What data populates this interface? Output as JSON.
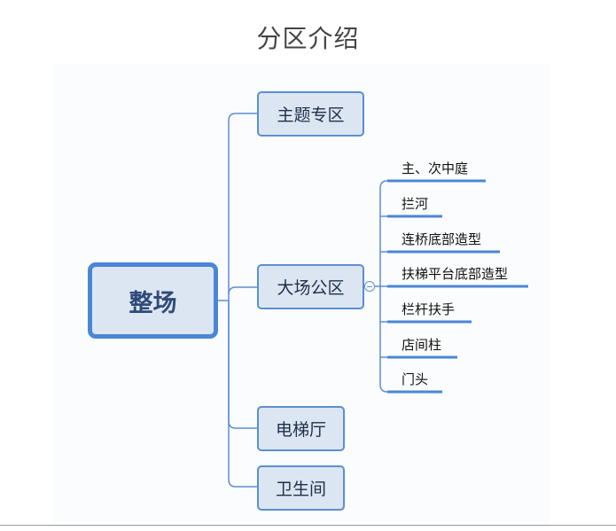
{
  "title": "分区介绍",
  "root": "整场",
  "branches": [
    {
      "label": "主题专区"
    },
    {
      "label": "大场公区",
      "children": [
        "主、次中庭",
        "拦河",
        "连桥底部造型",
        "扶梯平台底部造型",
        "栏杆扶手",
        "店间柱",
        "门头"
      ]
    },
    {
      "label": "电梯厅"
    },
    {
      "label": "卫生间"
    }
  ],
  "colors": {
    "node_fill": "#dce6f2",
    "node_border": "#5b8fd0",
    "line": "#5b8fd0",
    "root_border": "#4a86d6"
  }
}
